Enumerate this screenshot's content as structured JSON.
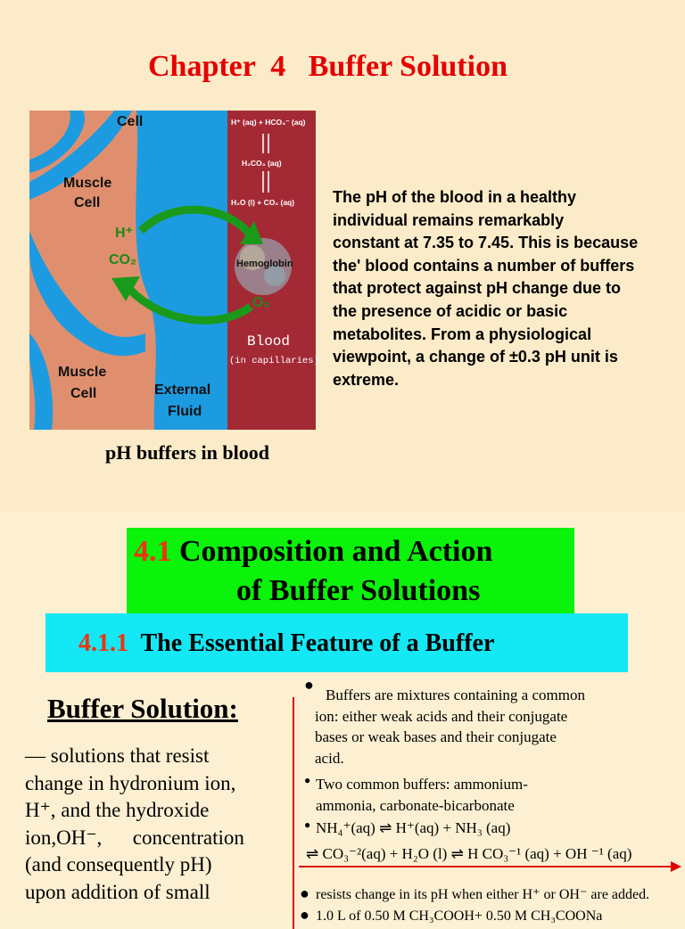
{
  "slide1": {
    "title": "Chapter  4   Buffer Solution",
    "figure": {
      "cell_top": "Cell",
      "muscle_cell_1_a": "Muscle",
      "muscle_cell_1_b": "Cell",
      "h_plus": "H⁺",
      "co2": "CO₂",
      "o2": "O₂",
      "muscle_cell_2_a": "Muscle",
      "muscle_cell_2_b": "Cell",
      "external_a": "External",
      "external_b": "Fluid",
      "eq1": "H⁺ (aq) + HCO₃⁻ (aq)",
      "eq2": "H₂CO₃ (aq)",
      "eq3": "H₂O (l) + CO₂ (aq)",
      "hemoglobin": "Hemoglobin",
      "blood": "Blood",
      "capillaries": "(in capillaries)",
      "colors": {
        "muscle": "#e08f6e",
        "fluid": "#1d9be0",
        "blood": "#a32a35",
        "arrow": "#1a9a1a"
      }
    },
    "caption": "pH buffers in blood",
    "intro_lines": [
      "The pH of the blood in a healthy",
      "individual remains remarkably",
      "constant at 7.35 to 7.45. This is because",
      "the' blood contains a number of buffers",
      "that protect against pH change due to",
      "the presence of acidic or basic",
      "metabolites. From a physiological",
      "viewpoint, a change of ±0.3 pH unit is",
      "extreme."
    ]
  },
  "slide2": {
    "section_number": "4.1",
    "section_title_1": " Composition and Action",
    "section_title_2": "of Buffer Solutions",
    "subsection_number": "4.1.1",
    "subsection_title": "  The Essential Feature of a Buffer",
    "heading": "Buffer Solution:",
    "definition_lines": [
      "— solutions that resist",
      "change in hydronium ion,",
      "H⁺, and the hydroxide",
      "ion,OH⁻,      concentration",
      "(and consequently pH)",
      "upon addition of small"
    ],
    "bullet1_lines": [
      "Buffers are mixtures containing a common",
      "ion: either weak acids and their conjugate",
      "bases or weak bases and their conjugate",
      "acid."
    ],
    "bullet2_lines": [
      "Two common buffers: ammonium-",
      "ammonia, carbonate-bicarbonate"
    ],
    "eq_nh4": "NH₄⁺(aq) ⇌ H⁺(aq) + NH₃ (aq)",
    "eq_co3": "⇌ CO₃⁻²(aq) + H₂O (l) ⇌ H CO₃⁻¹ (aq) + OH ⁻¹ (aq)",
    "bullet3": "resists change in its pH when either H⁺ or OH⁻ are added.",
    "bullet4_partial": "1.0 L of 0.50 M CH₃COOH+ 0.50 M CH₃COONa"
  }
}
